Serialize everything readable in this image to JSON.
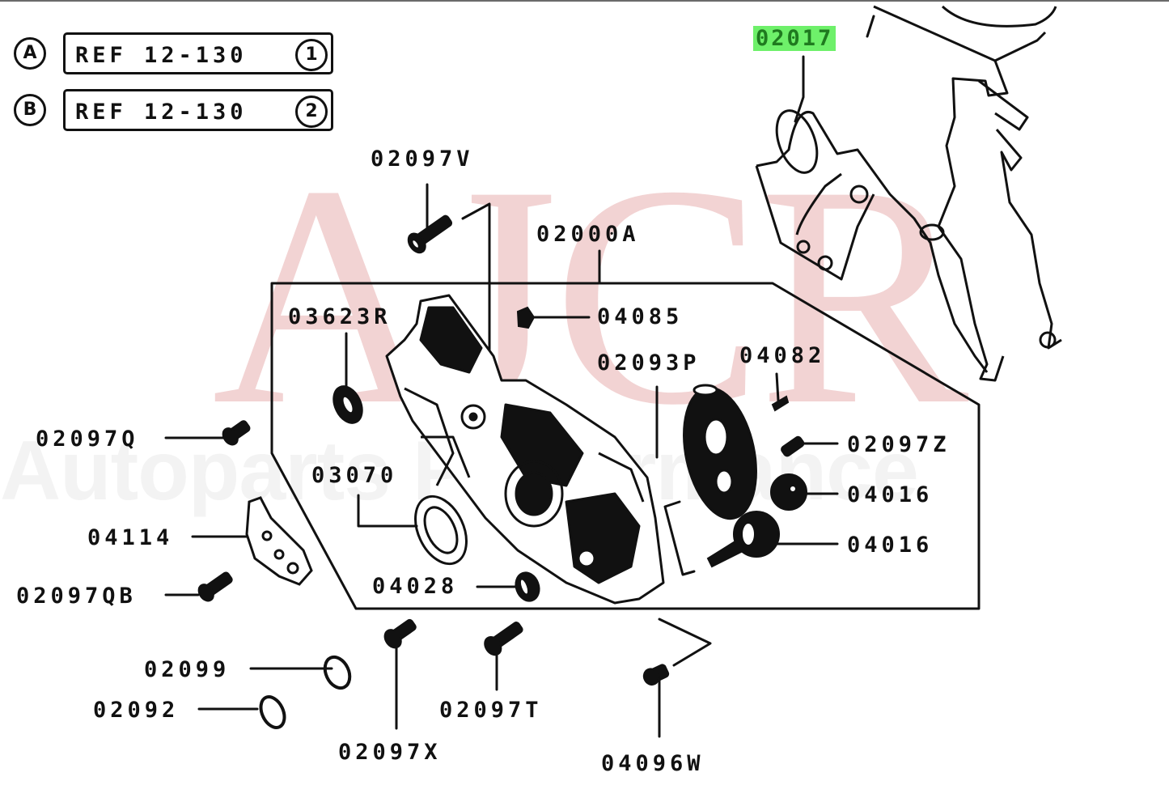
{
  "watermark": {
    "brand": "AJCR",
    "tagline": "Autoparts Performance",
    "brand_color": "#f2d3d3"
  },
  "references": [
    {
      "marker": "A",
      "text": "REF 12-130",
      "sub": "1"
    },
    {
      "marker": "B",
      "text": "REF 12-130",
      "sub": "2"
    }
  ],
  "highlight": {
    "part": "02017",
    "color": "#6ef06a"
  },
  "group": {
    "label": "02000A"
  },
  "parts": {
    "p02097V": "02097V",
    "p02000A": "02000A",
    "p03623R": "03623R",
    "p04085": "04085",
    "p02093P": "02093P",
    "p04082": "04082",
    "p02097Q": "02097Q",
    "p02097Z": "02097Z",
    "p04016a": "04016",
    "p04016b": "04016",
    "p03070": "03070",
    "p04114": "04114",
    "p04028": "04028",
    "p02097QB": "02097QB",
    "p02099": "02099",
    "p02092": "02092",
    "p02097T": "02097T",
    "p02097X": "02097X",
    "p04096W": "04096W",
    "p02017": "02017"
  }
}
